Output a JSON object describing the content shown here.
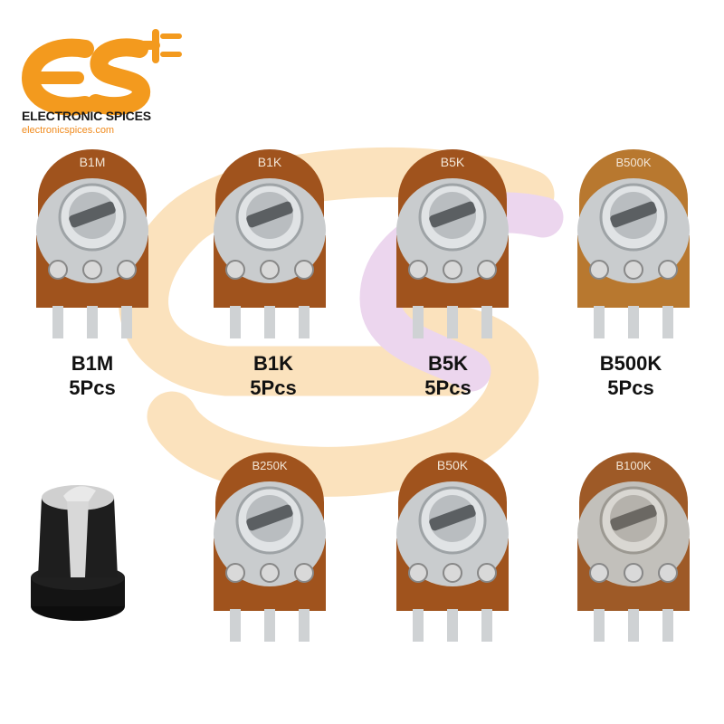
{
  "brand": {
    "name": "ELECTRONIC SPICES",
    "url": "electronicspices.com",
    "colors": {
      "orange": "#f39a1e",
      "orange_light": "#fbd9a6",
      "purple_light": "#e7d2ea"
    }
  },
  "products": [
    {
      "marking": "B1M",
      "label": "B1M",
      "qty": "5Pcs"
    },
    {
      "marking": "B1K",
      "label": "B1K",
      "qty": "5Pcs"
    },
    {
      "marking": "B5K",
      "label": "B5K",
      "qty": "5Pcs"
    },
    {
      "marking": "B500K",
      "label": "B500K",
      "qty": "5Pcs"
    },
    {
      "marking": "B250K"
    },
    {
      "marking": "B50K"
    },
    {
      "marking": "B100K"
    }
  ],
  "knob": {
    "icon": "potentiometer-knob-icon"
  }
}
